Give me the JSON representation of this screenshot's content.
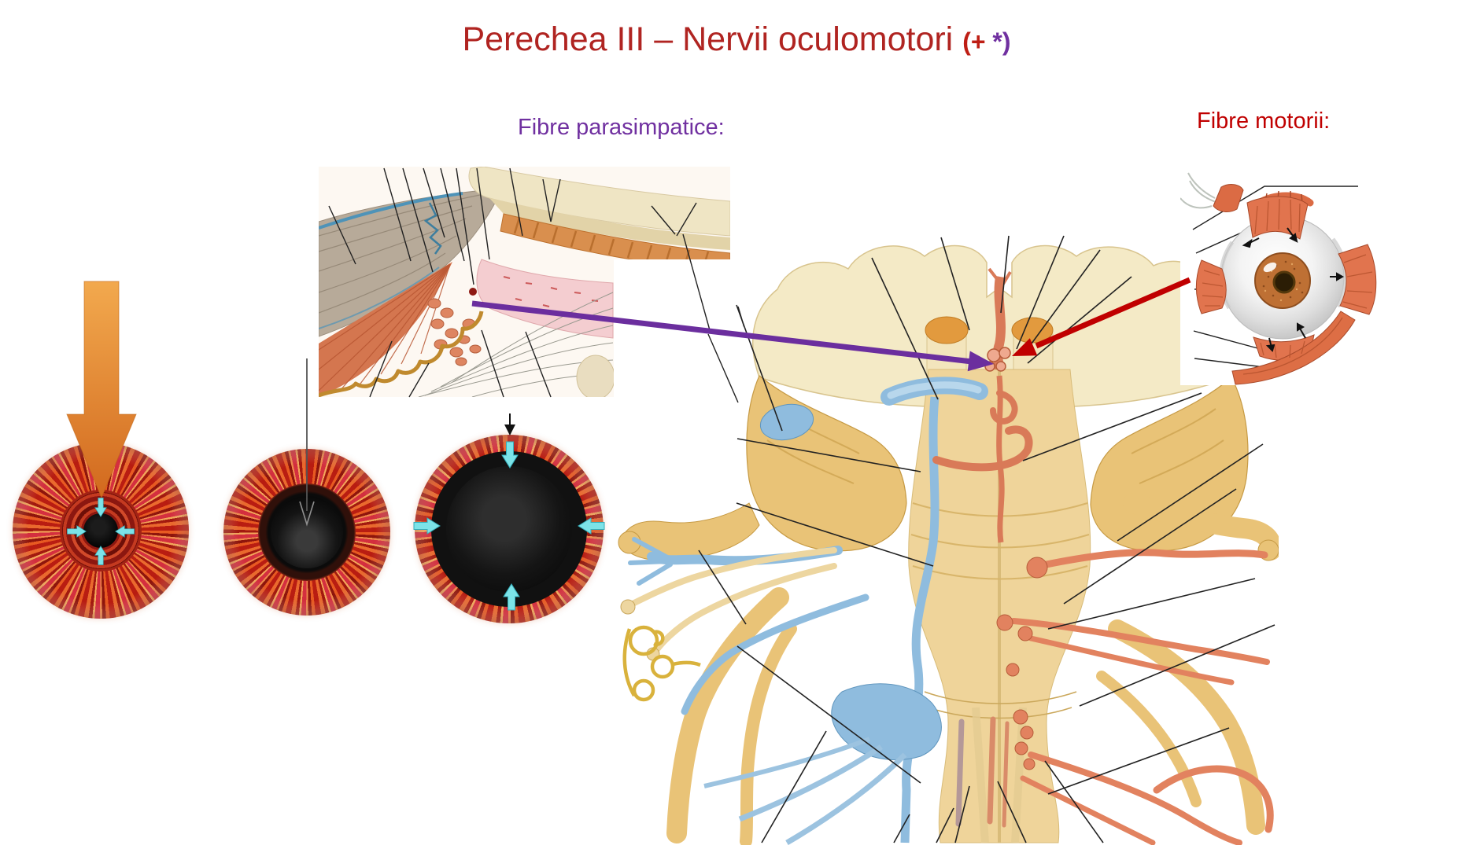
{
  "slide": {
    "title": {
      "main": "Perechea III – Nervii oculomotori ",
      "suffix_red": "(+ ",
      "suffix_purple": "*)"
    },
    "labels": {
      "parasimpatice": "Fibre parasimpatice:",
      "motorii": "Fibre motorii:"
    },
    "colors": {
      "title_red": "#B02421",
      "motor_red": "#C00000",
      "purple": "#7030A0",
      "arrow_red": "#C00000",
      "arrow_purple": "#6B2E9E",
      "arrow_orange": "#E08A2E",
      "arrow_cyan": "#7CE3E8"
    },
    "figures": {
      "ciliary_section": "eye-anterior-chamber-ciliary-body-cross-section",
      "brainstem": "brainstem-ventral-view-with-cranial-nerves",
      "eyeball": "eyeball-with-extraocular-muscles",
      "iris_constricted": "iris-pupil-constricted",
      "iris_intermediate": "iris-pupil-intermediate",
      "iris_dilated": "iris-pupil-dilated"
    }
  }
}
